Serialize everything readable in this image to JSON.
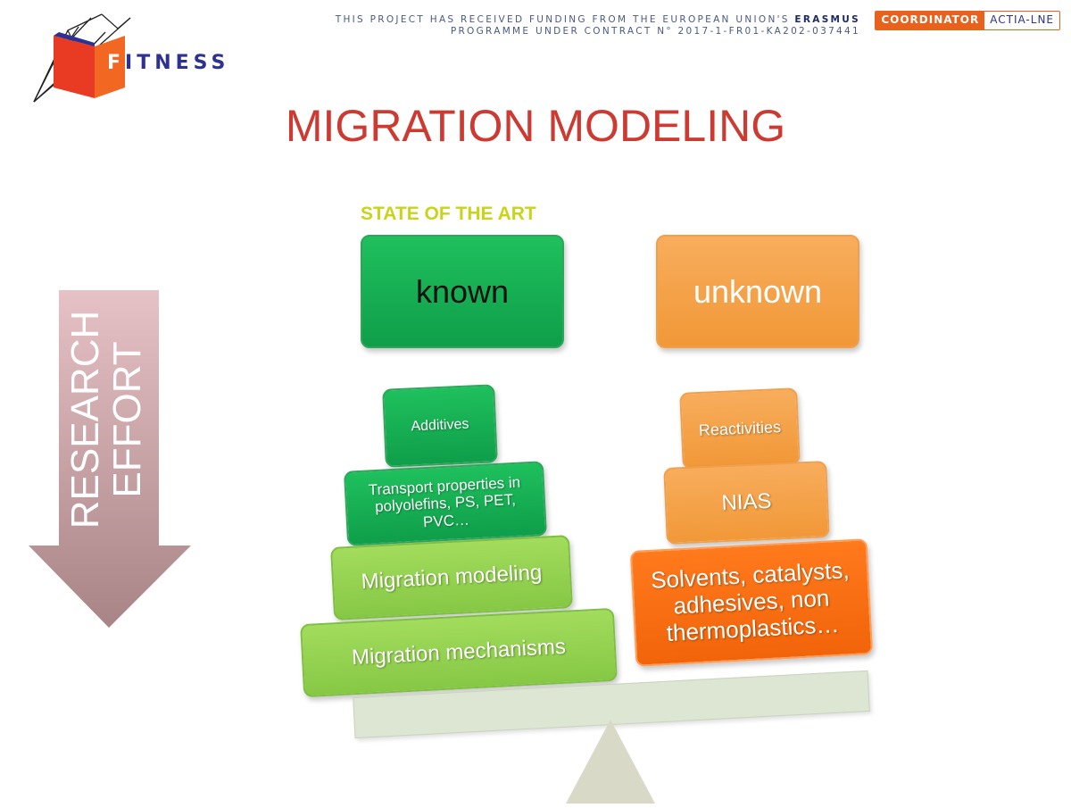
{
  "header": {
    "logo_letter": "F",
    "logo_rest": "ITNESS",
    "funding_line1_prefix": "THIS PROJECT HAS RECEIVED FUNDING FROM THE EUROPEAN UNION'S ",
    "funding_line1_bold": "ERASMUS",
    "funding_line2": "PROGRAMME UNDER CONTRACT N° 2017-1-FR01-KA202-037441",
    "coordinator_label": "COORDINATOR",
    "coordinator_value": "ACTIA-LNE"
  },
  "title": "MIGRATION MODELING",
  "research_effort": {
    "line1": "RESEARCH",
    "line2": "EFFORT"
  },
  "state_of_the_art": "STATE OF THE ART",
  "known": {
    "header": "known",
    "items": [
      "Additives",
      "Transport properties in polyolefins,  PS, PET, PVC…",
      "Migration modeling",
      "Migration mechanisms"
    ]
  },
  "unknown": {
    "header": "unknown",
    "items": [
      "Reactivities",
      "NIAS",
      "Solvents, catalysts, adhesives, non thermoplastics…"
    ]
  },
  "colors": {
    "title": "#cd3a32",
    "state_of_the_art": "#c9d31c",
    "known_green": "#14a94f",
    "light_green": "#92d050",
    "light_orange": "#f59d3d",
    "dark_orange": "#ff6d0a",
    "beam": "#dce6d2",
    "fulcrum": "#d9d9c8",
    "arrow_top": "#e6c2c6",
    "arrow_bottom": "#a88487"
  }
}
